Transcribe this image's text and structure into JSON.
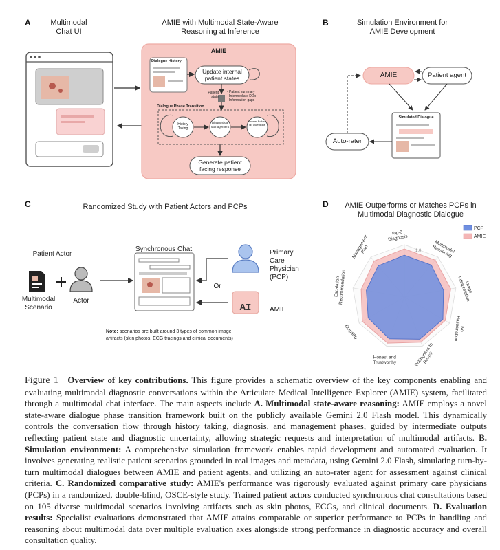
{
  "panelA": {
    "letter": "A",
    "chat_ui_title_1": "Multimodal",
    "chat_ui_title_2": "Chat UI",
    "reasoning_title_1": "AMIE with Multimodal State-Aware",
    "reasoning_title_2": "Reasoning at Inference",
    "amie_label": "AMIE",
    "dialogue_history": "Dialogue History",
    "update_states_1": "Update internal",
    "update_states_2": "patient states",
    "patient_state": "Patient state",
    "state_items": [
      "- Patient summary",
      "- Intermediate DDx",
      "- Information gaps"
    ],
    "phase_transition": "Dialogue Phase Transition",
    "phases": [
      "History Taking",
      "Diagnosis & Management",
      "Answer Follow-up Questions"
    ],
    "generate_1": "Generate patient",
    "generate_2": "facing response"
  },
  "panelB": {
    "letter": "B",
    "title_1": "Simulation Environment for",
    "title_2": "AMIE Development",
    "amie": "AMIE",
    "patient_agent": "Patient agent",
    "simulated_dialogue": "Simulated Dialogue",
    "auto_rater": "Auto-rater"
  },
  "panelC": {
    "letter": "C",
    "title": "Randomized Study with Patient Actors and PCPs",
    "patient_actor": "Patient Actor",
    "scenario_1": "Multimodal",
    "scenario_2": "Scenario",
    "actor": "Actor",
    "sync_chat": "Synchronous Chat",
    "or": "Or",
    "pcp_1": "Primary",
    "pcp_2": "Care",
    "pcp_3": "Physician",
    "pcp_4": "(PCP)",
    "ai_badge": "AI",
    "amie": "AMIE",
    "note_bold": "Note:",
    "note_1": " scenarios are built around 3 types of common image",
    "note_2": "artifacts (skin photos, ECG tracings and  clinical documents)"
  },
  "panelD": {
    "letter": "D",
    "title_1": "AMIE Outperforms or Matches PCPs in",
    "title_2": "Multimodal Diagnostic Dialogue",
    "legend": [
      "PCP",
      "AMIE"
    ],
    "axes": [
      "Top-3 Diagnosis",
      "Multimodal Reasoning",
      "Image Interpretation",
      "No Hallucination",
      "Willingness to Revisit",
      "Honest and Trustworthy",
      "Empathy",
      "Escalation Recommendation",
      "Management Plan"
    ],
    "tick_label": "1.0"
  },
  "chart_data": {
    "type": "radar",
    "categories": [
      "Top-3 Diagnosis",
      "Multimodal Reasoning",
      "Image Interpretation",
      "No Hallucination",
      "Willingness to Revisit",
      "Honest and Trustworthy",
      "Empathy",
      "Escalation Recommendation",
      "Management Plan"
    ],
    "series": [
      {
        "name": "PCP",
        "values": [
          0.8,
          0.8,
          0.76,
          0.85,
          0.86,
          0.85,
          0.8,
          0.74,
          0.78
        ]
      },
      {
        "name": "AMIE",
        "values": [
          0.92,
          0.92,
          0.9,
          0.9,
          0.92,
          0.94,
          0.93,
          0.84,
          0.9
        ]
      }
    ],
    "colors": {
      "PCP": "#6f8fe0",
      "AMIE": "#f4b6b6"
    }
  },
  "caption": {
    "fig": "Figure 1 | ",
    "heading": "Overview of key contributions.",
    "t1": " This figure provides a schematic overview of the key components enabling and evaluating multimodal diagnostic conversations within the Articulate Medical Intelligence Explorer (AMIE) system, facilitated through a multimodal chat interface. The main aspects include ",
    "a_head": "A. Multimodal state-aware reasoning:",
    "a_text": " AMIE employs a novel state-aware dialogue phase transition framework built on the publicly available Gemini 2.0 Flash model. This dynamically controls the conversation flow through history taking, diagnosis, and management phases, guided by intermediate outputs reflecting patient state and diagnostic uncertainty, allowing strategic requests and interpretation of multimodal artifacts. ",
    "b_head": "B. Simulation environment:",
    "b_text": " A comprehensive simulation framework enables rapid development and automated evaluation. It involves generating realistic patient scenarios grounded in real images and metadata, using Gemini 2.0 Flash, simulating turn-by-turn multimodal dialogues between AMIE and patient agents, and utilizing an auto-rater agent for assessment against clinical criteria. ",
    "c_head": "C. Randomized comparative study:",
    "c_text": " AMIE's performance was rigorously evaluated against primary care physicians (PCPs) in a randomized, double-blind, OSCE-style study. Trained patient actors conducted synchronous chat consultations based on 105 diverse multimodal scenarios involving artifacts such as skin photos, ECGs, and clinical documents. ",
    "d_head": "D. Evaluation results:",
    "d_text": " Specialist evaluations demonstrated that AMIE attains comparable or superior performance to PCPs in handling and reasoning about multimodal data over multiple evaluation axes alongside strong performance in diagnostic accuracy and overall consultation quality."
  }
}
